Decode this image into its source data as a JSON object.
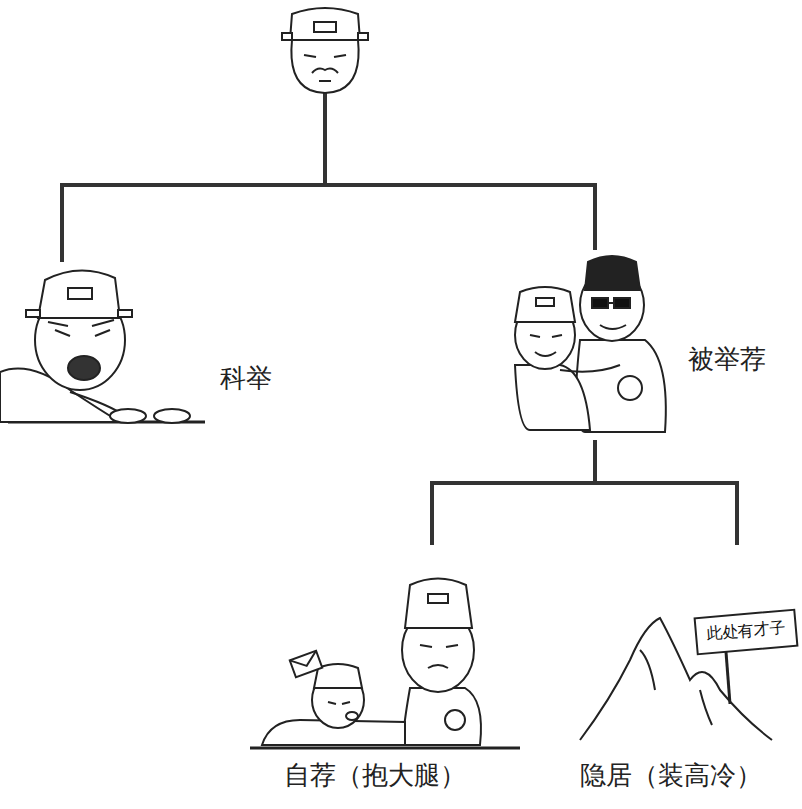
{
  "diagram": {
    "nodes": [
      {
        "text": [
          "科举"
        ]
      },
      {
        "text": [
          "被举荐"
        ]
      },
      {
        "text": [
          "自荐（抱大腿）"
        ]
      },
      {
        "text": [
          "隐居（装高冷）"
        ]
      }
    ],
    "edges": [
      {
        "from": 1,
        "to": 2,
        "arrow": "none"
      },
      {
        "from": 1,
        "to": 3,
        "arrow": "none"
      }
    ],
    "labels": [
      "此处有才子"
    ]
  }
}
